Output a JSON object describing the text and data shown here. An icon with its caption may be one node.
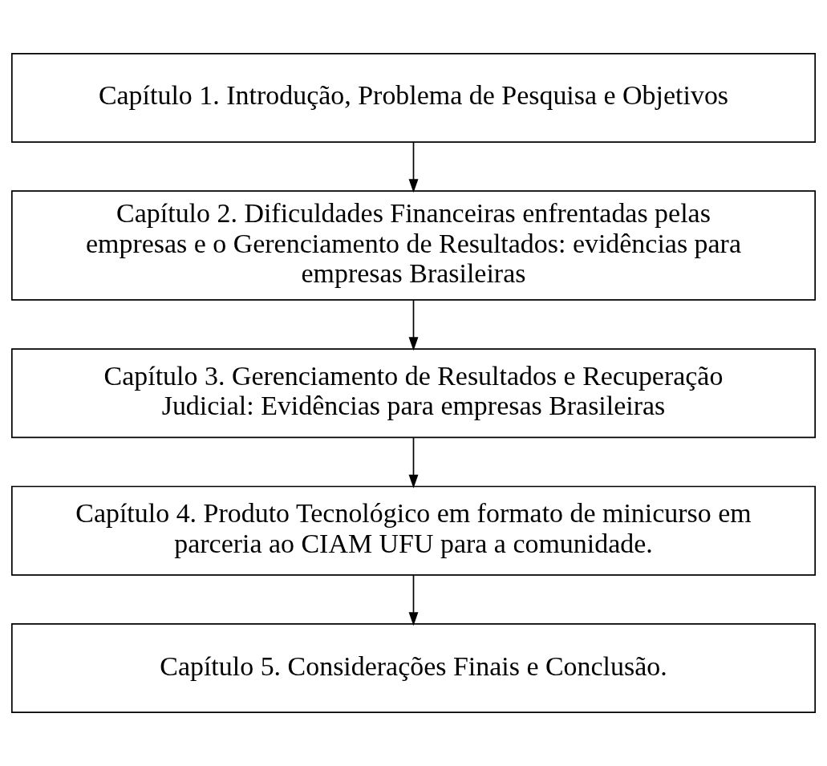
{
  "diagram": {
    "nodes": [
      {
        "text": [
          "Capítulo 1. Introdução, Problema de Pesquisa e Objetivos"
        ]
      },
      {
        "text": [
          "Capítulo 2. Dificuldades Financeiras enfrentadas pelas empresas e o Gerenciamento de Resultados: evidências para empresas Brasileiras"
        ]
      },
      {
        "text": [
          "Capítulo 3. Gerenciamento de Resultados e Recuperação Judicial: Evidências para empresas Brasileiras"
        ]
      },
      {
        "text": [
          "Capítulo 4. Produto Tecnológico em formato de minicurso em parceria ao CIAM UFU para a comunidade."
        ]
      },
      {
        "text": [
          "Capítulo 5. Considerações Finais e Conclusão."
        ]
      }
    ],
    "edges": [
      {
        "from": 0,
        "to": 1,
        "arrow": "to"
      },
      {
        "from": 1,
        "to": 2,
        "arrow": "to"
      },
      {
        "from": 2,
        "to": 3,
        "arrow": "to"
      },
      {
        "from": 3,
        "to": 4,
        "arrow": "to"
      }
    ]
  }
}
